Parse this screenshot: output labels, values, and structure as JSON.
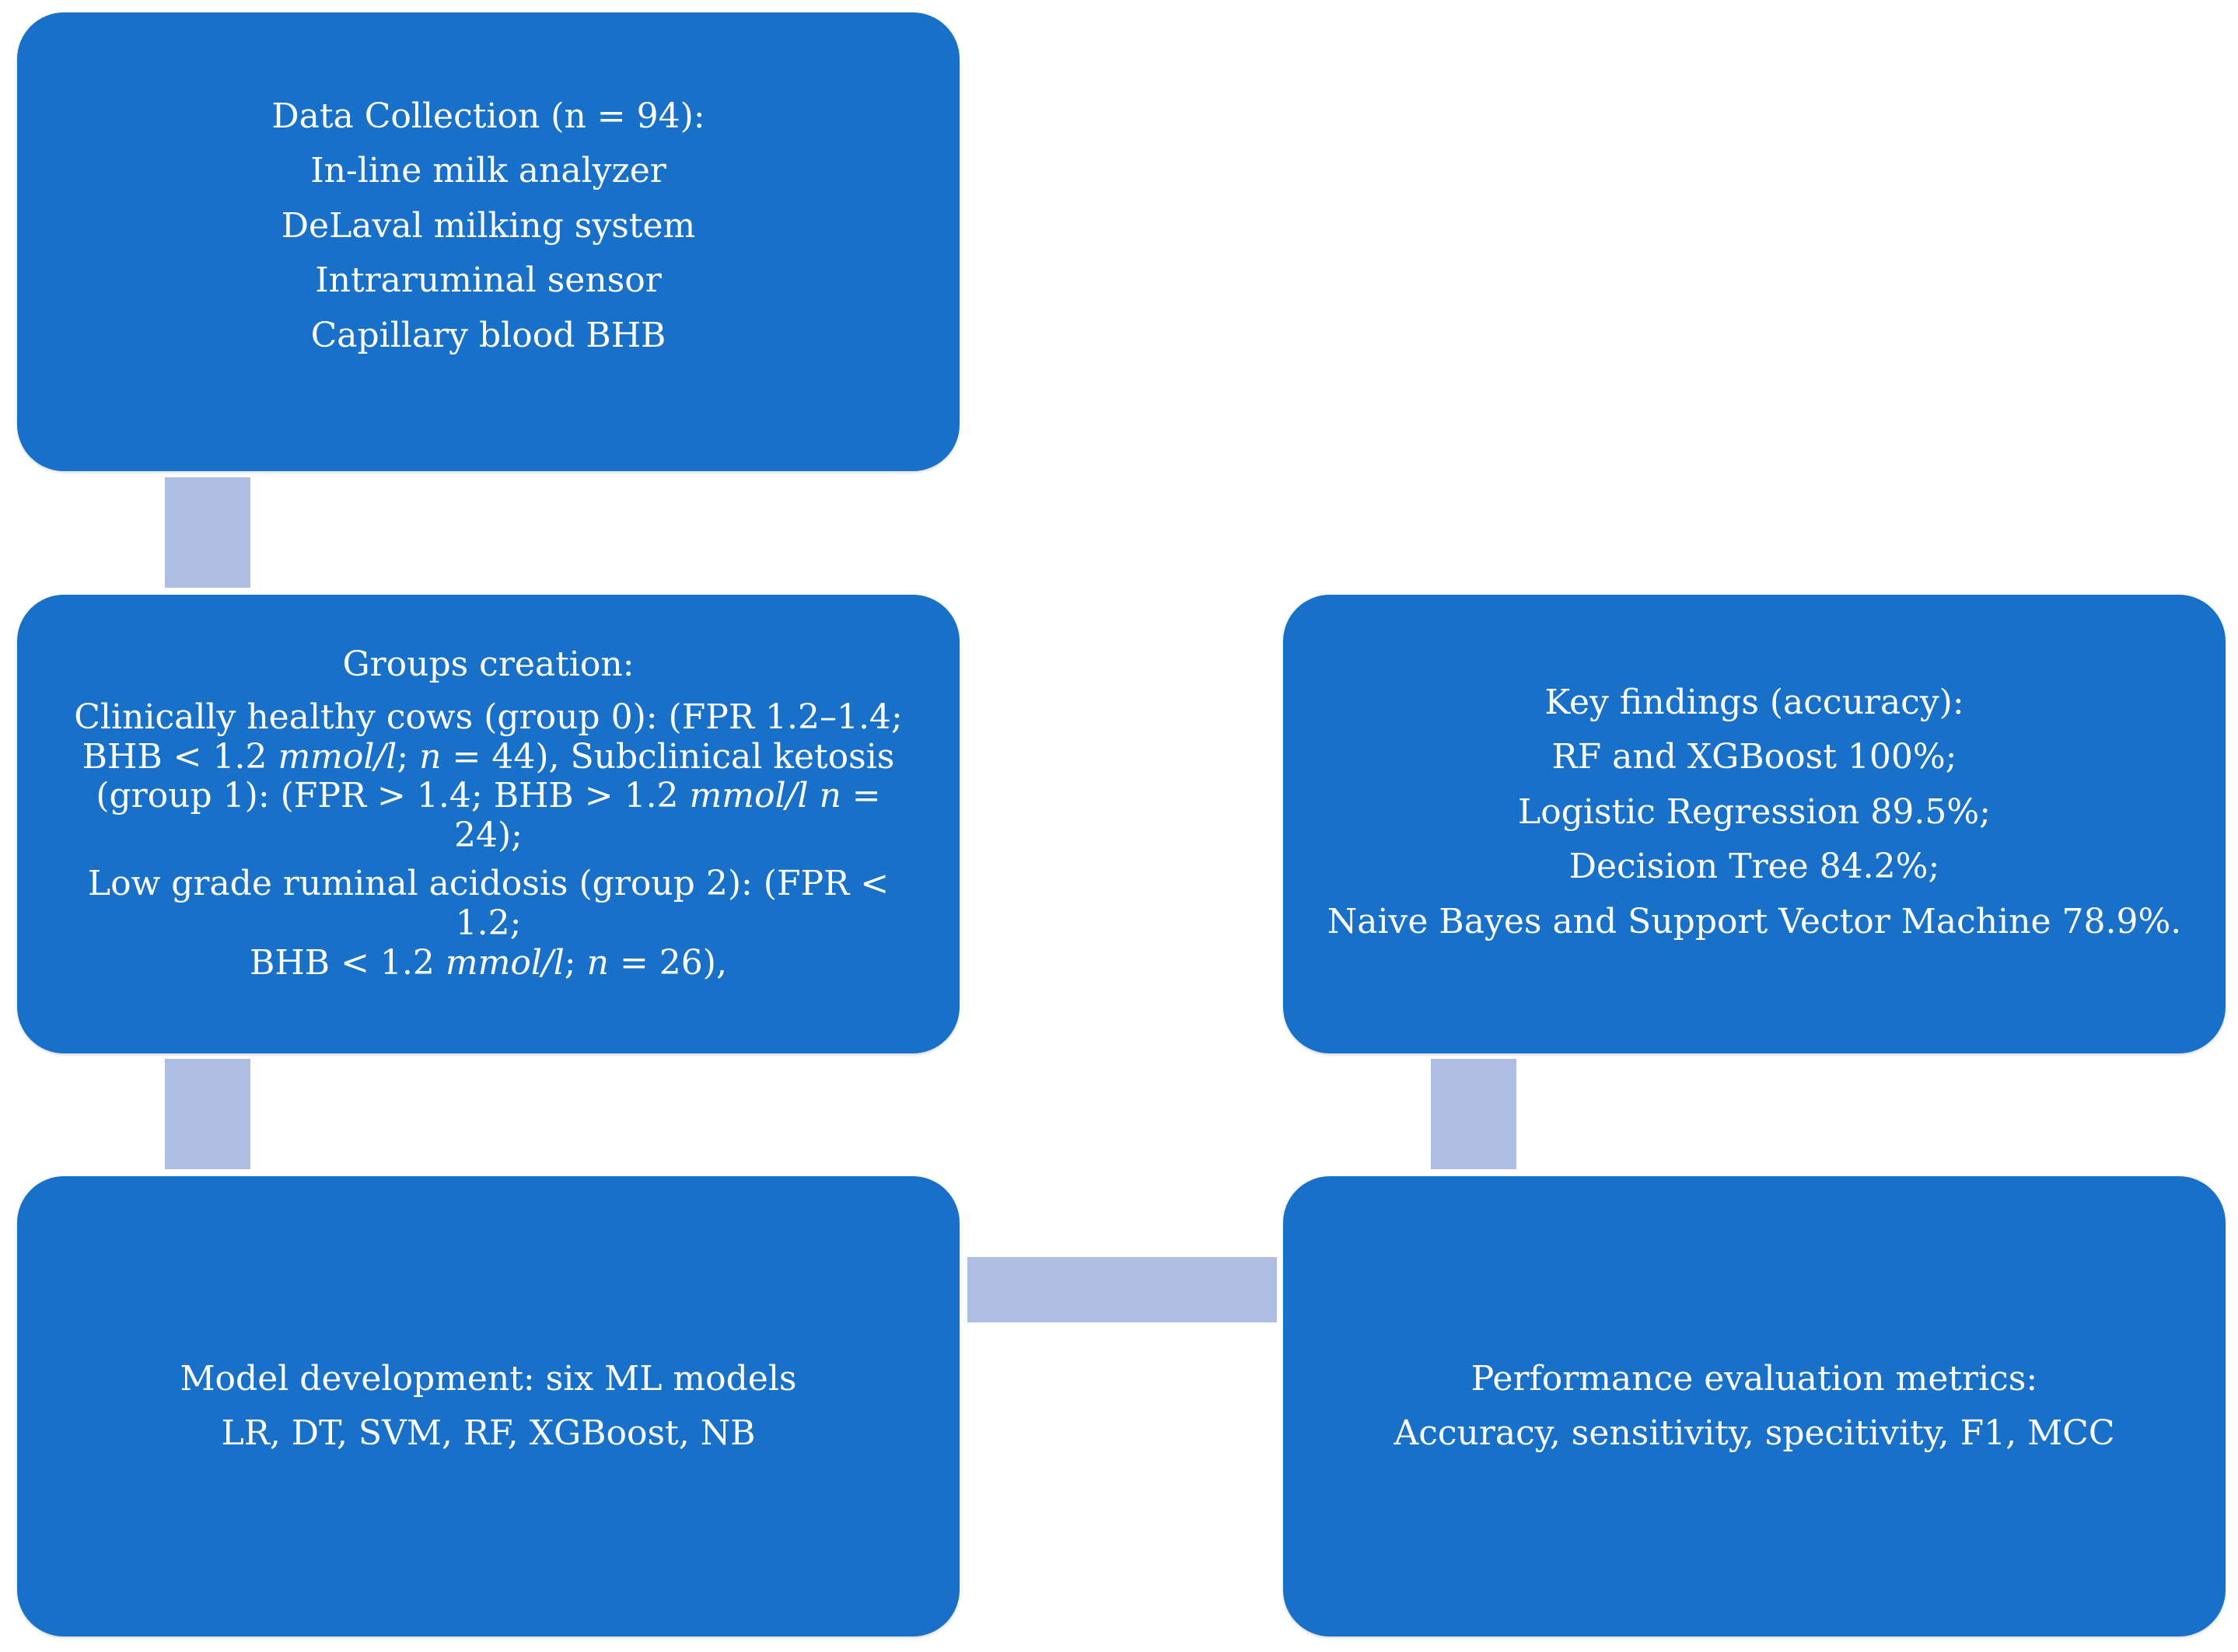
{
  "boxes": {
    "data_collection": {
      "lines": [
        "Data Collection (n = 94):",
        "In-line milk analyzer",
        "DeLaval milking system",
        "Intraruminal sensor",
        "Capillary blood BHB"
      ]
    },
    "groups": {
      "title": "Groups creation:",
      "group0_a": "Clinically healthy cows (group 0): (FPR 1.2–1.4;",
      "group0_b_pre": "BHB < 1.2 ",
      "unit": "mmol/l",
      "group0_b_mid": ";  ",
      "n": "n",
      "group0_b_post": " = 44), Subclinical ketosis",
      "group1_pre": "(group 1): (FPR > 1.4; BHB > 1.2 ",
      "group1_mid": " ",
      "group1_post": " = 24);",
      "group2_a": "Low grade ruminal acidosis (group 2): (FPR < 1.2;",
      "group2_b_pre": "BHB < 1.2 ",
      "group2_b_mid": "; ",
      "group2_b_post": " = 26),"
    },
    "model": {
      "lines": [
        "Model development: six ML models",
        "LR, DT, SVM, RF, XGBoost, NB"
      ]
    },
    "performance": {
      "lines": [
        "Performance evaluation metrics:",
        "Accuracy, sensitivity, specitivity, F1, MCC"
      ]
    },
    "key_findings": {
      "lines": [
        "Key findings (accuracy):",
        "RF and XGBoost 100%;",
        "Logistic Regression 89.5%;",
        "Decision Tree 84.2%;",
        "Naive Bayes and Support Vector Machine 78.9%."
      ]
    }
  },
  "colors": {
    "box_fill": "#1870c8",
    "connector": "#aebde2",
    "text": "#ffffff"
  }
}
